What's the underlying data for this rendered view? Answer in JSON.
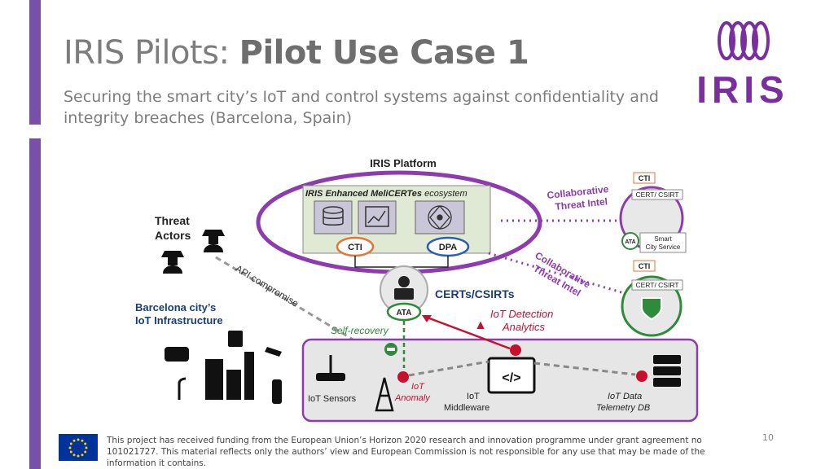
{
  "slide": {
    "title_prefix": "IRIS Pilots: ",
    "title_bold": "Pilot Use Case 1",
    "subtitle": "Securing the smart city’s IoT and control systems against confidentiality and integrity breaches (Barcelona, Spain)",
    "logo_text": "IRIS",
    "page_number": "10",
    "footer": "This project has received funding from the European Union’s Horizon 2020 research and innovation programme under grant agreement no 101021727. This material reflects only the authors’ view and European Commission is not responsible for any use that may be made of the information it contains."
  },
  "diagram": {
    "platform_title": "IRIS Platform",
    "ecosystem_label_bold": "IRIS Enhanced MeliCERTes",
    "ecosystem_label_rest": " ecosystem",
    "cti": "CTI",
    "dpa": "DPA",
    "threat_actors_line1": "Threat",
    "threat_actors_line2": "Actors",
    "barcelona_line1": "Barcelona city’s",
    "barcelona_line2": "IoT Infrastructure",
    "api_compromise": "API compromise",
    "certs_csirts": "CERTs/CSIRTs",
    "ata": "ATA",
    "self_recovery": "Self-recovery",
    "detection_line1": "IoT Detection",
    "detection_line2": "Analytics",
    "collab_line1": "Collaborative",
    "collab_line2": "Threat Intel",
    "iot_sensors": "IoT Sensors",
    "iot_anomaly_line1": "IoT",
    "iot_anomaly_line2": "Anomaly",
    "iot_middleware_line1": "IoT",
    "iot_middleware_line2": "Middleware",
    "iot_data_line1": "IoT Data",
    "iot_data_line2": "Telemetry DB",
    "cert_csirt": "CERT/ CSIRT",
    "smart_city_line1": "Smart",
    "smart_city_line2": "City Service",
    "colors": {
      "purple": "#8e3bb0",
      "green": "#2e8b3a",
      "red": "#c8102e",
      "orange": "#e0763a",
      "blue": "#2a5fb0"
    }
  }
}
